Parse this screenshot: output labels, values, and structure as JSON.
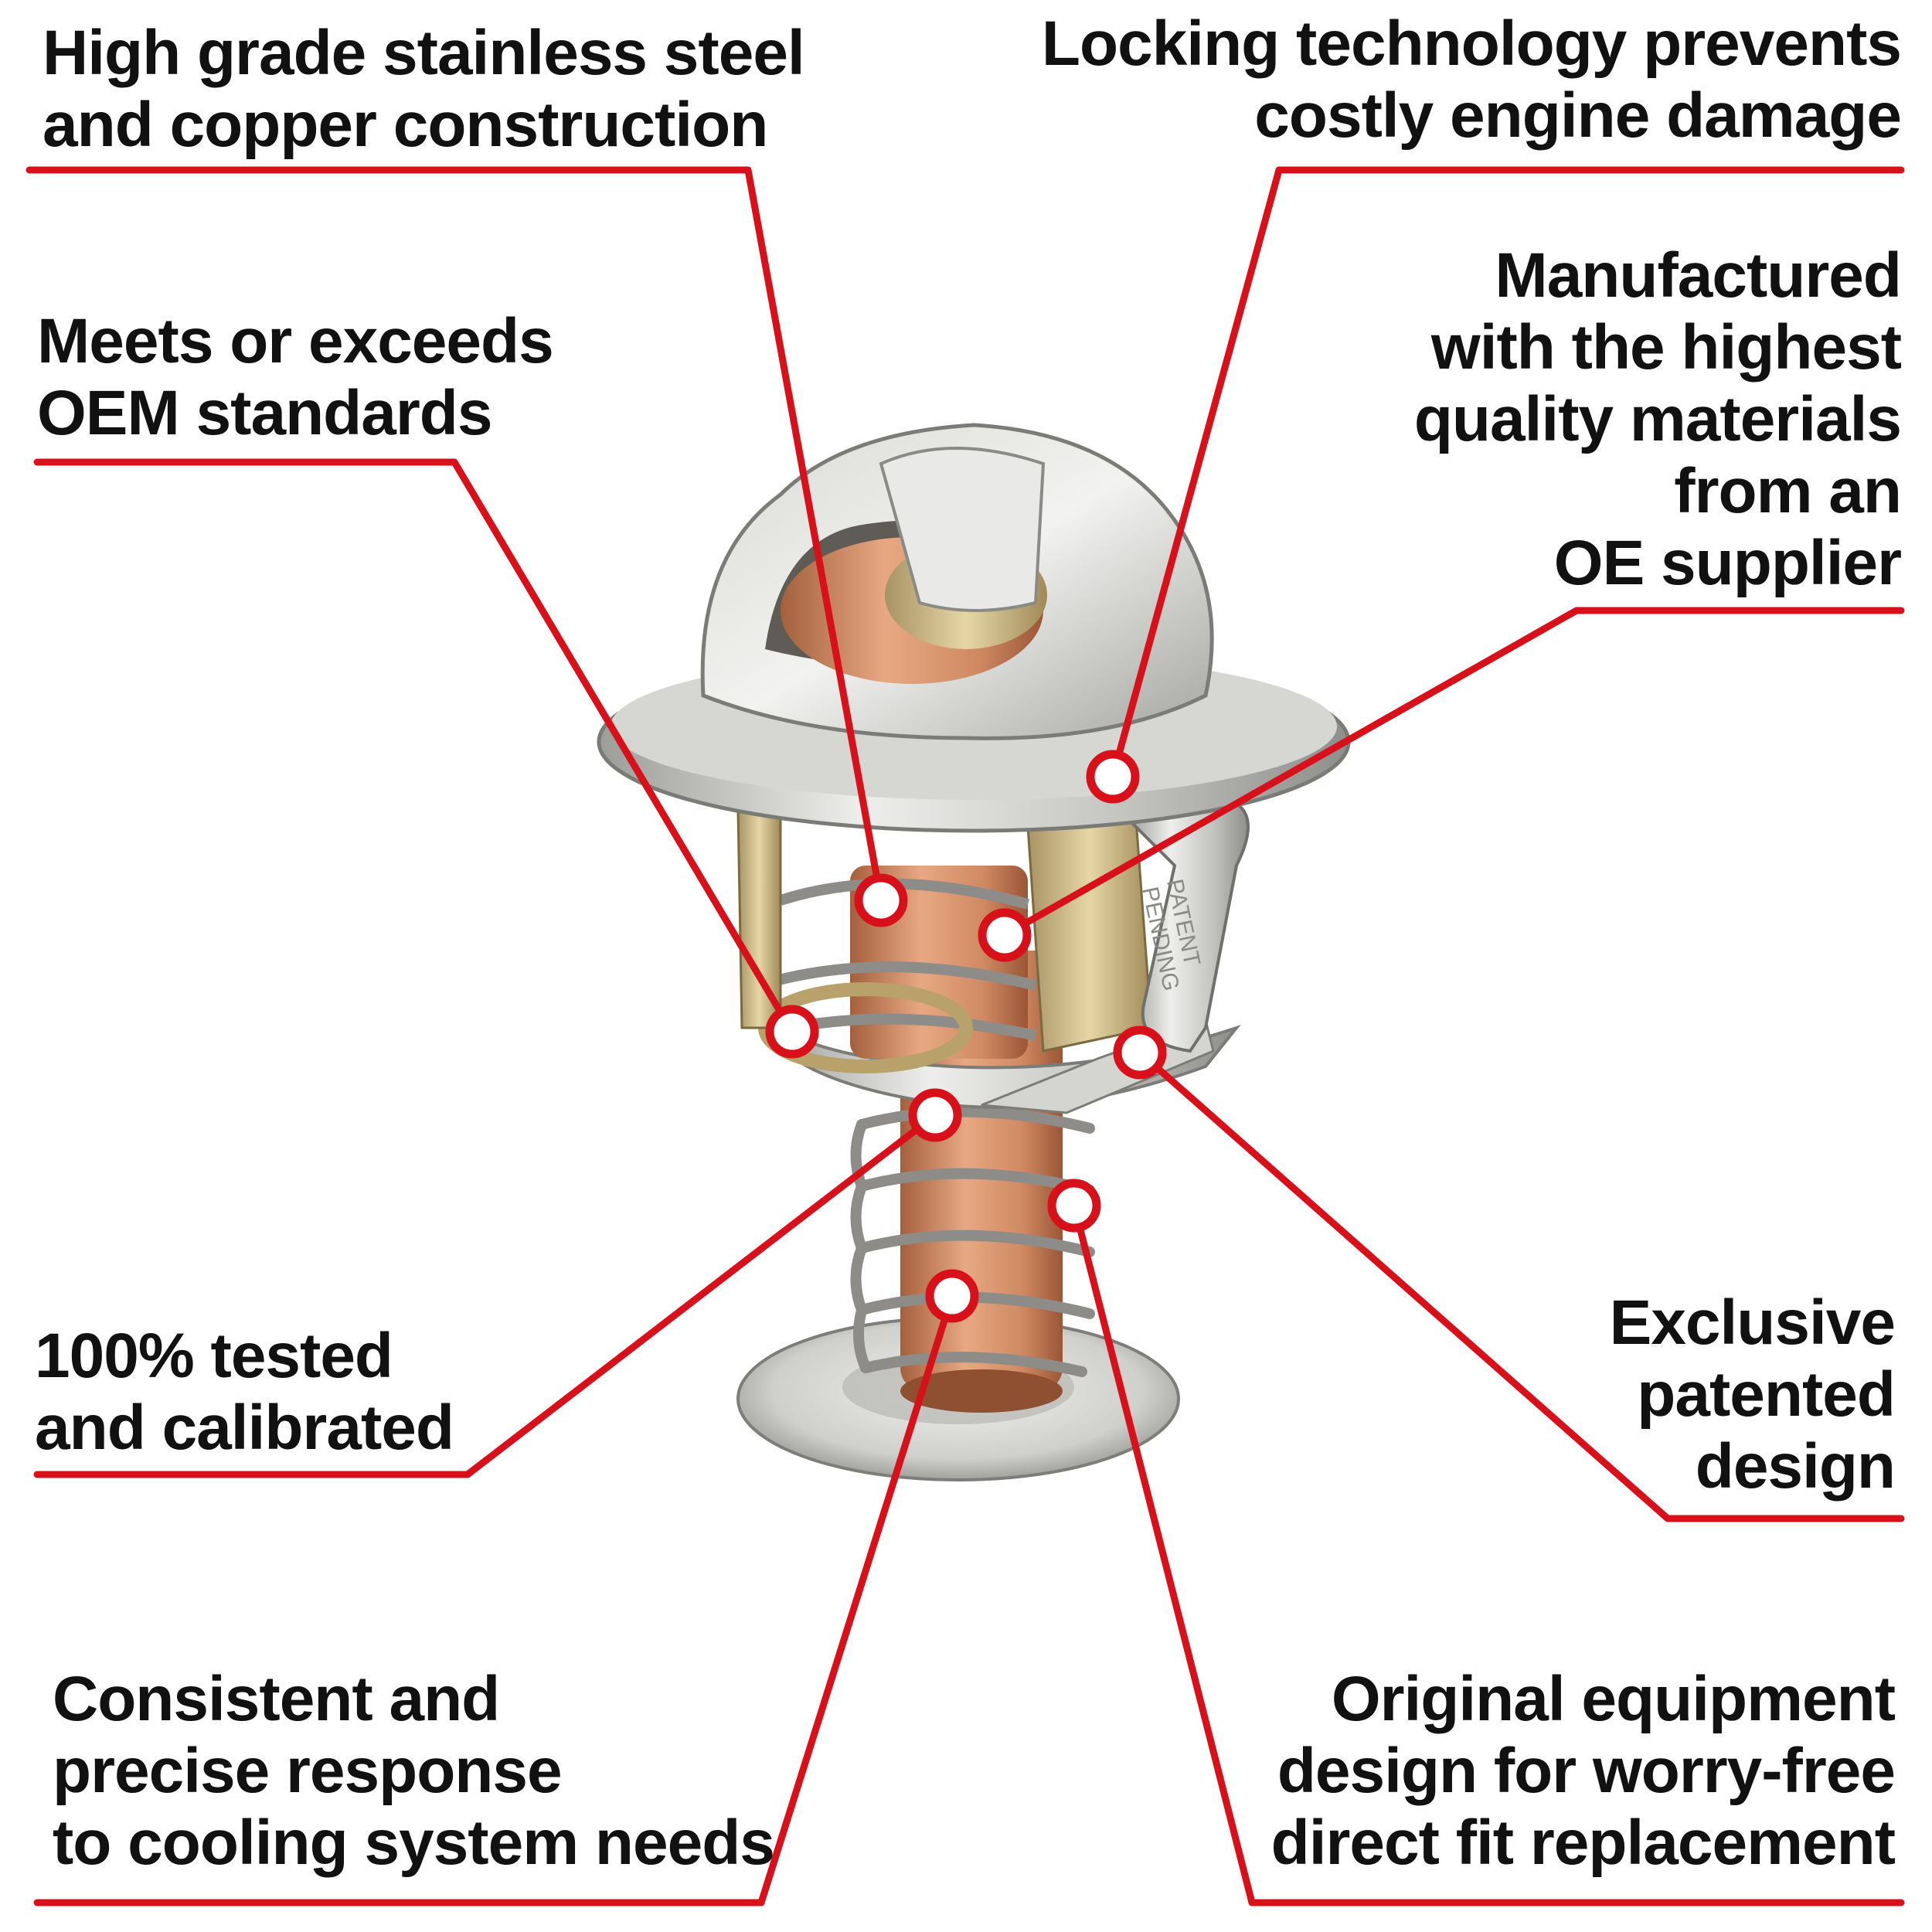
{
  "colors": {
    "leader": "#d7101a",
    "text": "#111111",
    "steel_light": "#e6e6e4",
    "steel_mid": "#b9b9b6",
    "steel_dark": "#8a8a87",
    "brass": "#c9b27a",
    "copper": "#d08c64",
    "copper_dark": "#a4603d",
    "spring": "#8d8c88"
  },
  "callouts": [
    {
      "id": "high-grade",
      "lines": [
        "High grade stainless steel",
        "and copper construction"
      ]
    },
    {
      "id": "locking-technology",
      "lines": [
        "Locking technology prevents",
        "costly engine damage"
      ]
    },
    {
      "id": "meets-oem",
      "lines": [
        "Meets or exceeds",
        "OEM standards"
      ]
    },
    {
      "id": "manufactured",
      "lines": [
        "Manufactured",
        "with the highest",
        "quality materials",
        "from an",
        "OE supplier"
      ]
    },
    {
      "id": "tested-calibrated",
      "lines": [
        "100% tested",
        "and calibrated"
      ]
    },
    {
      "id": "exclusive-patented",
      "lines": [
        "Exclusive",
        "patented",
        "design"
      ]
    },
    {
      "id": "consistent-response",
      "lines": [
        "Consistent and",
        "precise response",
        "to cooling system needs"
      ]
    },
    {
      "id": "original-equipment",
      "lines": [
        "Original equipment",
        "design for worry-free",
        "direct fit replacement"
      ]
    }
  ],
  "product": {
    "name": "thermostat-photo",
    "stamp_lines": [
      "PATENT",
      "PENDING"
    ]
  }
}
